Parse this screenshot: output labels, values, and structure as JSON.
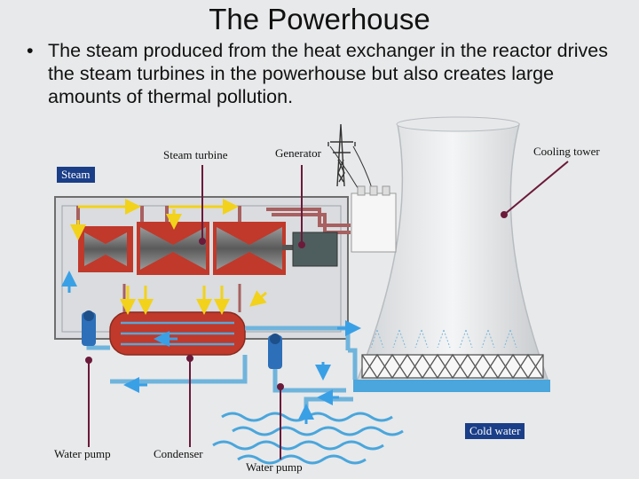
{
  "title": "The Powerhouse",
  "bullet": "The steam produced from the heat exchanger in the reactor drives the steam turbines in the powerhouse but also creates large amounts of thermal pollution.",
  "labels": {
    "steam": "Steam",
    "steam_turbine": "Steam turbine",
    "generator": "Generator",
    "cooling_tower": "Cooling tower",
    "cold_water": "Cold water",
    "water_pump_left": "Water pump",
    "condenser": "Condenser",
    "water_pump_bottom": "Water pump"
  },
  "colors": {
    "leader_line": "#6b1a3a",
    "label_box": "#1a3e88",
    "steam_arrow": "#f2d21b",
    "water_arrow": "#3aa0e6",
    "steam_pipe": "#a86060",
    "water_pipe": "#6fb4dc",
    "turbine_red": "#c0392b"
  }
}
